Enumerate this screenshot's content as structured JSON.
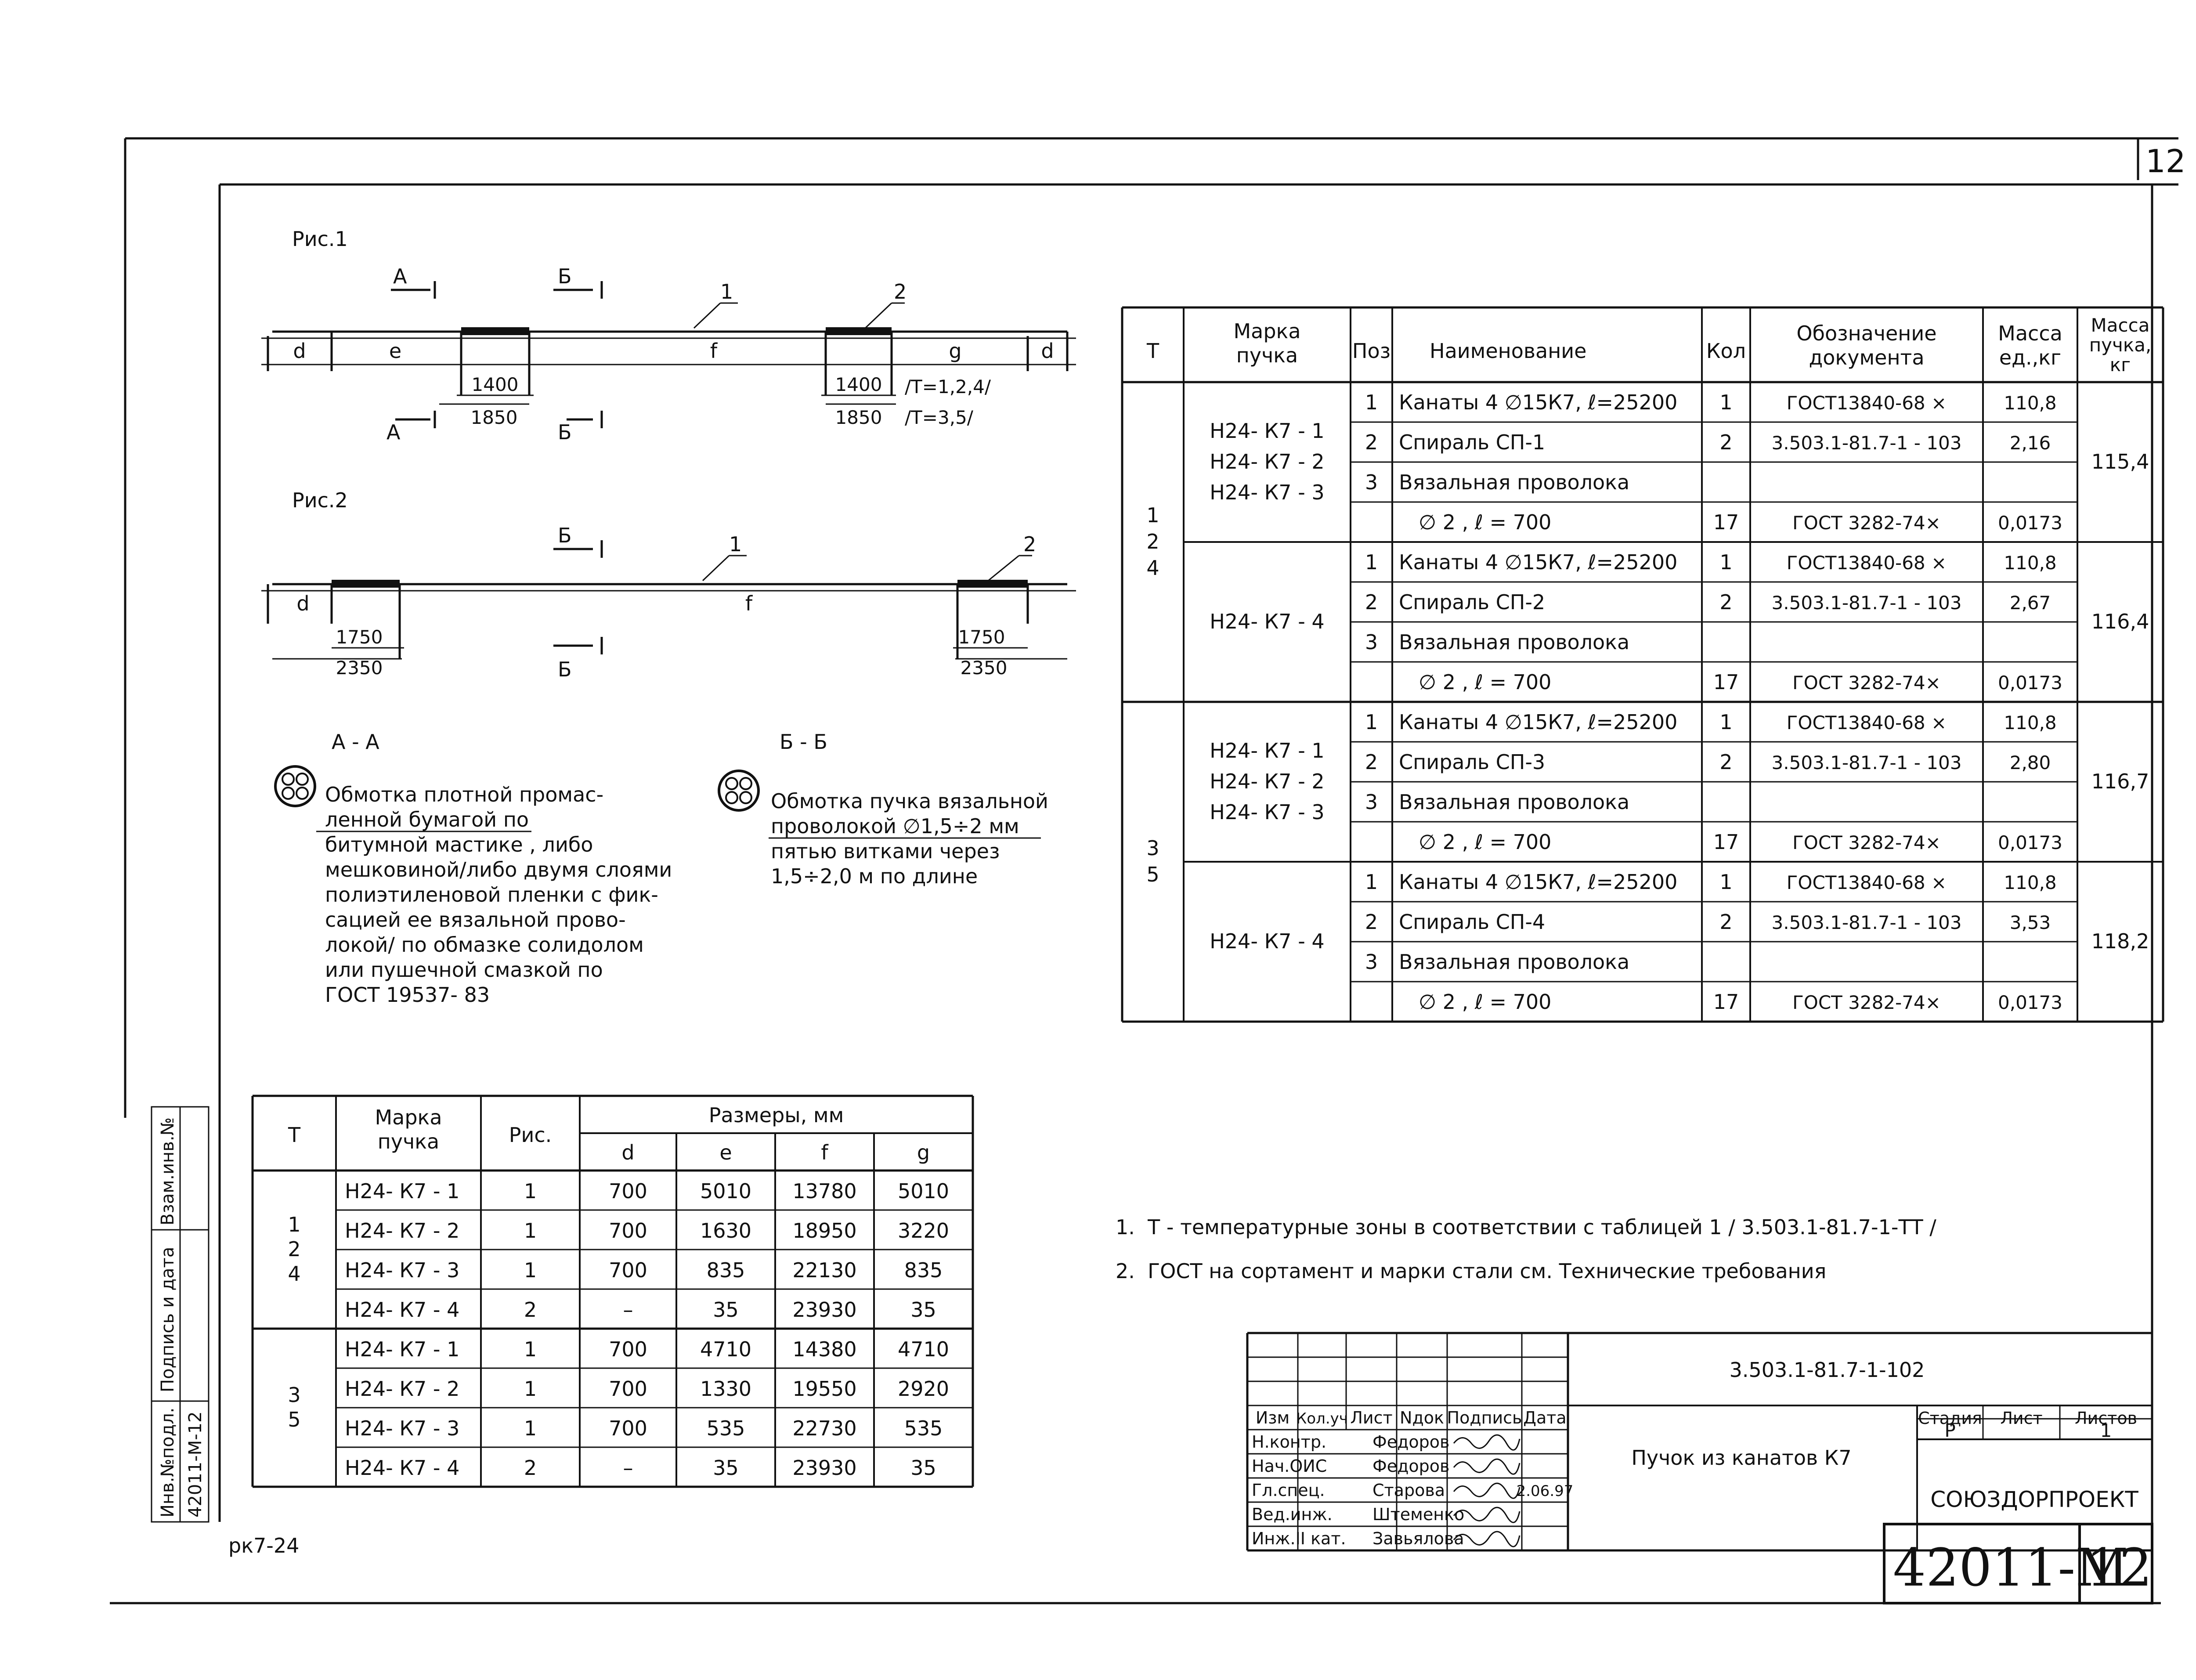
{
  "sheet": {
    "sheet_number_corner": "12",
    "doc_number": "42011-М",
    "doc_sheet": "12",
    "pk_label": "рк7-24"
  },
  "side_stamp": {
    "inv_label": "Инв.№подл.",
    "inv_value": "42011-М-12",
    "sign_label": "Подпись и дата",
    "vzam_label": "Взам.инв.№"
  },
  "fig1": {
    "title": "Рис.1",
    "cut_a": "А",
    "cut_b": "Б",
    "lbl_d": "d",
    "lbl_e": "e",
    "lbl_f": "f",
    "lbl_g": "g",
    "lbl_1": "1",
    "lbl_2": "2",
    "dim_1400_left": "1400",
    "dim_1850_left": "1850",
    "dim_1400_right": "1400",
    "dim_1850_right": "1850",
    "note_t124": "/Т=1,2,4/",
    "note_t35": "/Т=3,5/"
  },
  "fig2": {
    "title": "Рис.2",
    "cut_b": "Б",
    "lbl_d": "d",
    "lbl_f": "f",
    "lbl_1": "1",
    "lbl_2": "2",
    "dim_1750_left": "1750",
    "dim_2350_left": "2350",
    "dim_1750_right": "1750",
    "dim_2350_right": "2350"
  },
  "section_aa": {
    "title": "А - А",
    "lines": [
      "Обмотка плотной промас-",
      "ленной бумагой по",
      "битумной мастике , либо",
      "мешковиной/либо двумя слоями",
      "полиэтиленовой пленки с фик-",
      "сацией ее вязальной прово-",
      "локой/ по обмазке солидолом",
      "или пушечной смазкой по",
      "ГОСТ 19537- 83"
    ]
  },
  "section_bb": {
    "title": "Б - Б",
    "lines": [
      "Обмотка пучка вязальной",
      "проволокой ∅1,5÷2 мм",
      "пятью витками через",
      "1,5÷2,0 м по длине"
    ]
  },
  "spec_table": {
    "headers": {
      "t": "Т",
      "mark_1": "Марка",
      "mark_2": "пучка",
      "pos": "Поз",
      "name": "Наименование",
      "qty": "Кол",
      "doc_1": "Обозначение",
      "doc_2": "документа",
      "mass_1": "Масса",
      "mass_2": "ед.,кг",
      "total_1": "Масса",
      "total_2": "пучка,",
      "total_3": "кг"
    },
    "groups": [
      {
        "t": [
          "1",
          "2",
          "4"
        ],
        "blocks": [
          {
            "marks": [
              "Н24- К7 - 1",
              "Н24- К7 - 2",
              "Н24- К7 - 3"
            ],
            "rows": [
              {
                "pos": "1",
                "name": "Канаты 4 ∅15К7, ℓ=25200",
                "qty": "1",
                "doc": "ГОСТ13840-68 ×",
                "mass": "110,8"
              },
              {
                "pos": "2",
                "name": "Спираль СП-1",
                "qty": "2",
                "doc": "3.503.1-81.7-1 - 103",
                "mass": "2,16"
              },
              {
                "pos": "3",
                "name": "Вязальная проволока",
                "qty": "",
                "doc": "",
                "mass": ""
              },
              {
                "pos": "",
                "name": "∅ 2 , ℓ = 700",
                "qty": "17",
                "doc": "ГОСТ 3282-74×",
                "mass": "0,0173"
              }
            ],
            "total": "115,4"
          },
          {
            "marks": [
              "Н24- К7 - 4"
            ],
            "rows": [
              {
                "pos": "1",
                "name": "Канаты 4 ∅15К7, ℓ=25200",
                "qty": "1",
                "doc": "ГОСТ13840-68 ×",
                "mass": "110,8"
              },
              {
                "pos": "2",
                "name": "Спираль СП-2",
                "qty": "2",
                "doc": "3.503.1-81.7-1 - 103",
                "mass": "2,67"
              },
              {
                "pos": "3",
                "name": "Вязальная проволока",
                "qty": "",
                "doc": "",
                "mass": ""
              },
              {
                "pos": "",
                "name": "∅ 2 , ℓ = 700",
                "qty": "17",
                "doc": "ГОСТ 3282-74×",
                "mass": "0,0173"
              }
            ],
            "total": "116,4"
          }
        ]
      },
      {
        "t": [
          "3",
          "5"
        ],
        "blocks": [
          {
            "marks": [
              "Н24- К7 - 1",
              "Н24- К7 - 2",
              "Н24- К7 - 3"
            ],
            "rows": [
              {
                "pos": "1",
                "name": "Канаты 4 ∅15К7, ℓ=25200",
                "qty": "1",
                "doc": "ГОСТ13840-68 ×",
                "mass": "110,8"
              },
              {
                "pos": "2",
                "name": "Спираль СП-3",
                "qty": "2",
                "doc": "3.503.1-81.7-1 - 103",
                "mass": "2,80"
              },
              {
                "pos": "3",
                "name": "Вязальная проволока",
                "qty": "",
                "doc": "",
                "mass": ""
              },
              {
                "pos": "",
                "name": "∅ 2 , ℓ = 700",
                "qty": "17",
                "doc": "ГОСТ 3282-74×",
                "mass": "0,0173"
              }
            ],
            "total": "116,7"
          },
          {
            "marks": [
              "Н24- К7 - 4"
            ],
            "rows": [
              {
                "pos": "1",
                "name": "Канаты 4 ∅15К7, ℓ=25200",
                "qty": "1",
                "doc": "ГОСТ13840-68 ×",
                "mass": "110,8"
              },
              {
                "pos": "2",
                "name": "Спираль СП-4",
                "qty": "2",
                "doc": "3.503.1-81.7-1 - 103",
                "mass": "3,53"
              },
              {
                "pos": "3",
                "name": "Вязальная проволока",
                "qty": "",
                "doc": "",
                "mass": ""
              },
              {
                "pos": "",
                "name": "∅ 2 , ℓ = 700",
                "qty": "17",
                "doc": "ГОСТ 3282-74×",
                "mass": "0,0173"
              }
            ],
            "total": "118,2"
          }
        ]
      }
    ]
  },
  "dims_table": {
    "headers": {
      "t": "Т",
      "mark_1": "Марка",
      "mark_2": "пучка",
      "fig": "Рис.",
      "sizes": "Размеры, мм",
      "d": "d",
      "e": "e",
      "f": "f",
      "g": "g"
    },
    "groups": [
      {
        "t": [
          "1",
          "2",
          "4"
        ],
        "rows": [
          {
            "mark": "Н24- К7 - 1",
            "fig": "1",
            "d": "700",
            "e": "5010",
            "f": "13780",
            "g": "5010"
          },
          {
            "mark": "Н24- К7 - 2",
            "fig": "1",
            "d": "700",
            "e": "1630",
            "f": "18950",
            "g": "3220"
          },
          {
            "mark": "Н24- К7 - 3",
            "fig": "1",
            "d": "700",
            "e": "835",
            "f": "22130",
            "g": "835"
          },
          {
            "mark": "Н24- К7 - 4",
            "fig": "2",
            "d": "–",
            "e": "35",
            "f": "23930",
            "g": "35"
          }
        ]
      },
      {
        "t": [
          "3",
          "5"
        ],
        "rows": [
          {
            "mark": "Н24- К7 - 1",
            "fig": "1",
            "d": "700",
            "e": "4710",
            "f": "14380",
            "g": "4710"
          },
          {
            "mark": "Н24- К7 - 2",
            "fig": "1",
            "d": "700",
            "e": "1330",
            "f": "19550",
            "g": "2920"
          },
          {
            "mark": "Н24- К7 - 3",
            "fig": "1",
            "d": "700",
            "e": "535",
            "f": "22730",
            "g": "535"
          },
          {
            "mark": "Н24- К7 - 4",
            "fig": "2",
            "d": "–",
            "e": "35",
            "f": "23930",
            "g": "35"
          }
        ]
      }
    ]
  },
  "notes": [
    "1.  Т - температурные зоны в соответствии с таблицей 1 / 3.503.1-81.7-1-ТТ /",
    "2.  ГОСТ на сортамент и марки стали см. Технические требования"
  ],
  "title_block": {
    "code": "3.503.1-81.7-1-102",
    "title": "Пучок из канатов К7",
    "org": "СОЮЗДОРПРОЕКТ",
    "stage_label": "Стадия",
    "sheet_label": "Лист",
    "sheets_label": "Листов",
    "stage_value": "Р",
    "sheet_value": "",
    "sheets_value": "1",
    "col_izm": "Изм",
    "col_kol": "Кол.уч",
    "col_list": "Лист",
    "col_ndok": "Nдок",
    "col_sign": "Подпись",
    "col_date": "Дата",
    "staff": [
      {
        "role": "Н.контр.",
        "name": "Федоров",
        "date": ""
      },
      {
        "role": "Нач.ОИС",
        "name": "Федоров",
        "date": ""
      },
      {
        "role": "Гл.спец.",
        "name": "Старова",
        "date": "2.06.97"
      },
      {
        "role": "Вед.инж.",
        "name": "Штеменко",
        "date": ""
      },
      {
        "role": "Инж.II кат.",
        "name": "Завьялова",
        "date": ""
      }
    ]
  }
}
